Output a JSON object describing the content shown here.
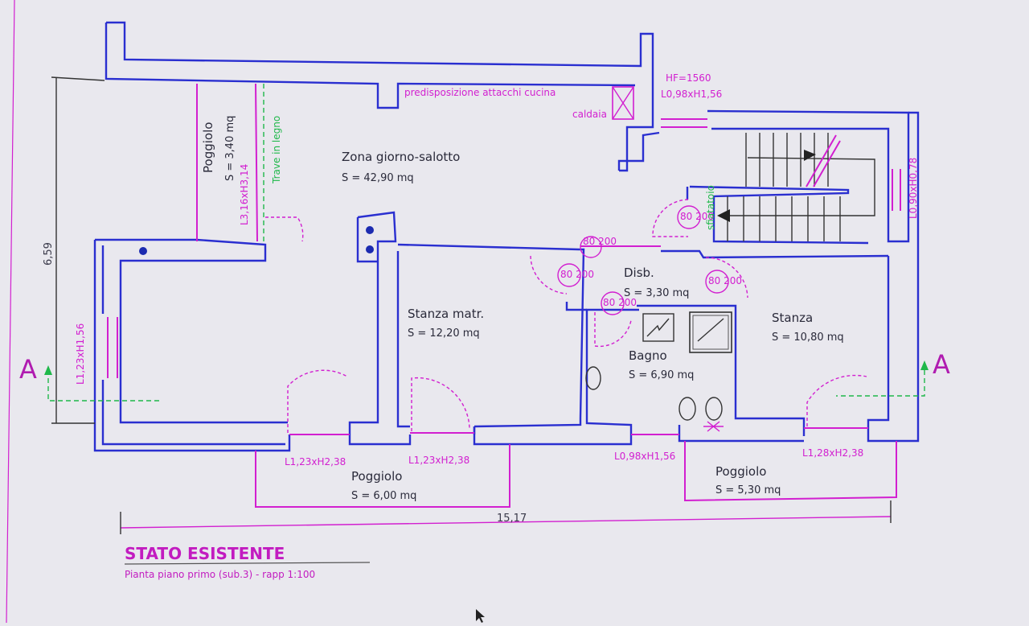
{
  "drawing": {
    "title": "STATO ESISTENTE",
    "subtitle": "Pianta piano primo (sub.3) - rapp 1:100"
  },
  "section": {
    "left": "A",
    "right": "A"
  },
  "rooms": {
    "living": {
      "name": "Zona giorno-salotto",
      "area": "S  =  42,90 mq"
    },
    "bedroom_master": {
      "name": "Stanza matr.",
      "area": "S  =  12,20 mq"
    },
    "hall": {
      "name": "Disb.",
      "area": "S  =  3,30 mq"
    },
    "bathroom": {
      "name": "Bagno",
      "area": "S  =  6,90 mq"
    },
    "bedroom": {
      "name": "Stanza",
      "area": "S  =  10,80 mq"
    },
    "balcony_left": {
      "name": "Poggiolo",
      "area": "S  =  3,40 mq"
    },
    "balcony_bottom_left": {
      "name": "Poggiolo",
      "area": "S  =  6,00 mq"
    },
    "balcony_bottom_right": {
      "name": "Poggiolo",
      "area": "S  =  5,30 mq"
    }
  },
  "annotations": {
    "kitchen": "predisposizione attacchi cucina",
    "boiler": "caldaia",
    "beam": "Trave in legno",
    "beam_dim": "L3,16xH3,14",
    "window_top_hf": "HF=1560",
    "window_top": "L0,98xH1,56",
    "window_right": "L0,90xH0,78",
    "window_left": "L1,23xH1,56",
    "door_bl1": "L1,23xH2,38",
    "door_bl2": "L1,23xH2,38",
    "window_bath": "L0,98xH1,56",
    "door_br": "L1,28xH2,38",
    "stair_note": "sfiatatoio"
  },
  "dimensions": {
    "height": "6,59",
    "width": "15,17"
  },
  "door_tags": {
    "d1": "80 200",
    "d2": "80 200",
    "d3": "80 200",
    "d4": "80 200",
    "d5": "80 200"
  },
  "colors": {
    "walls": "#2a2fd0",
    "annotations": "#d21fd0",
    "timber": "#1fb84a",
    "paper": "#e9e8ee"
  }
}
